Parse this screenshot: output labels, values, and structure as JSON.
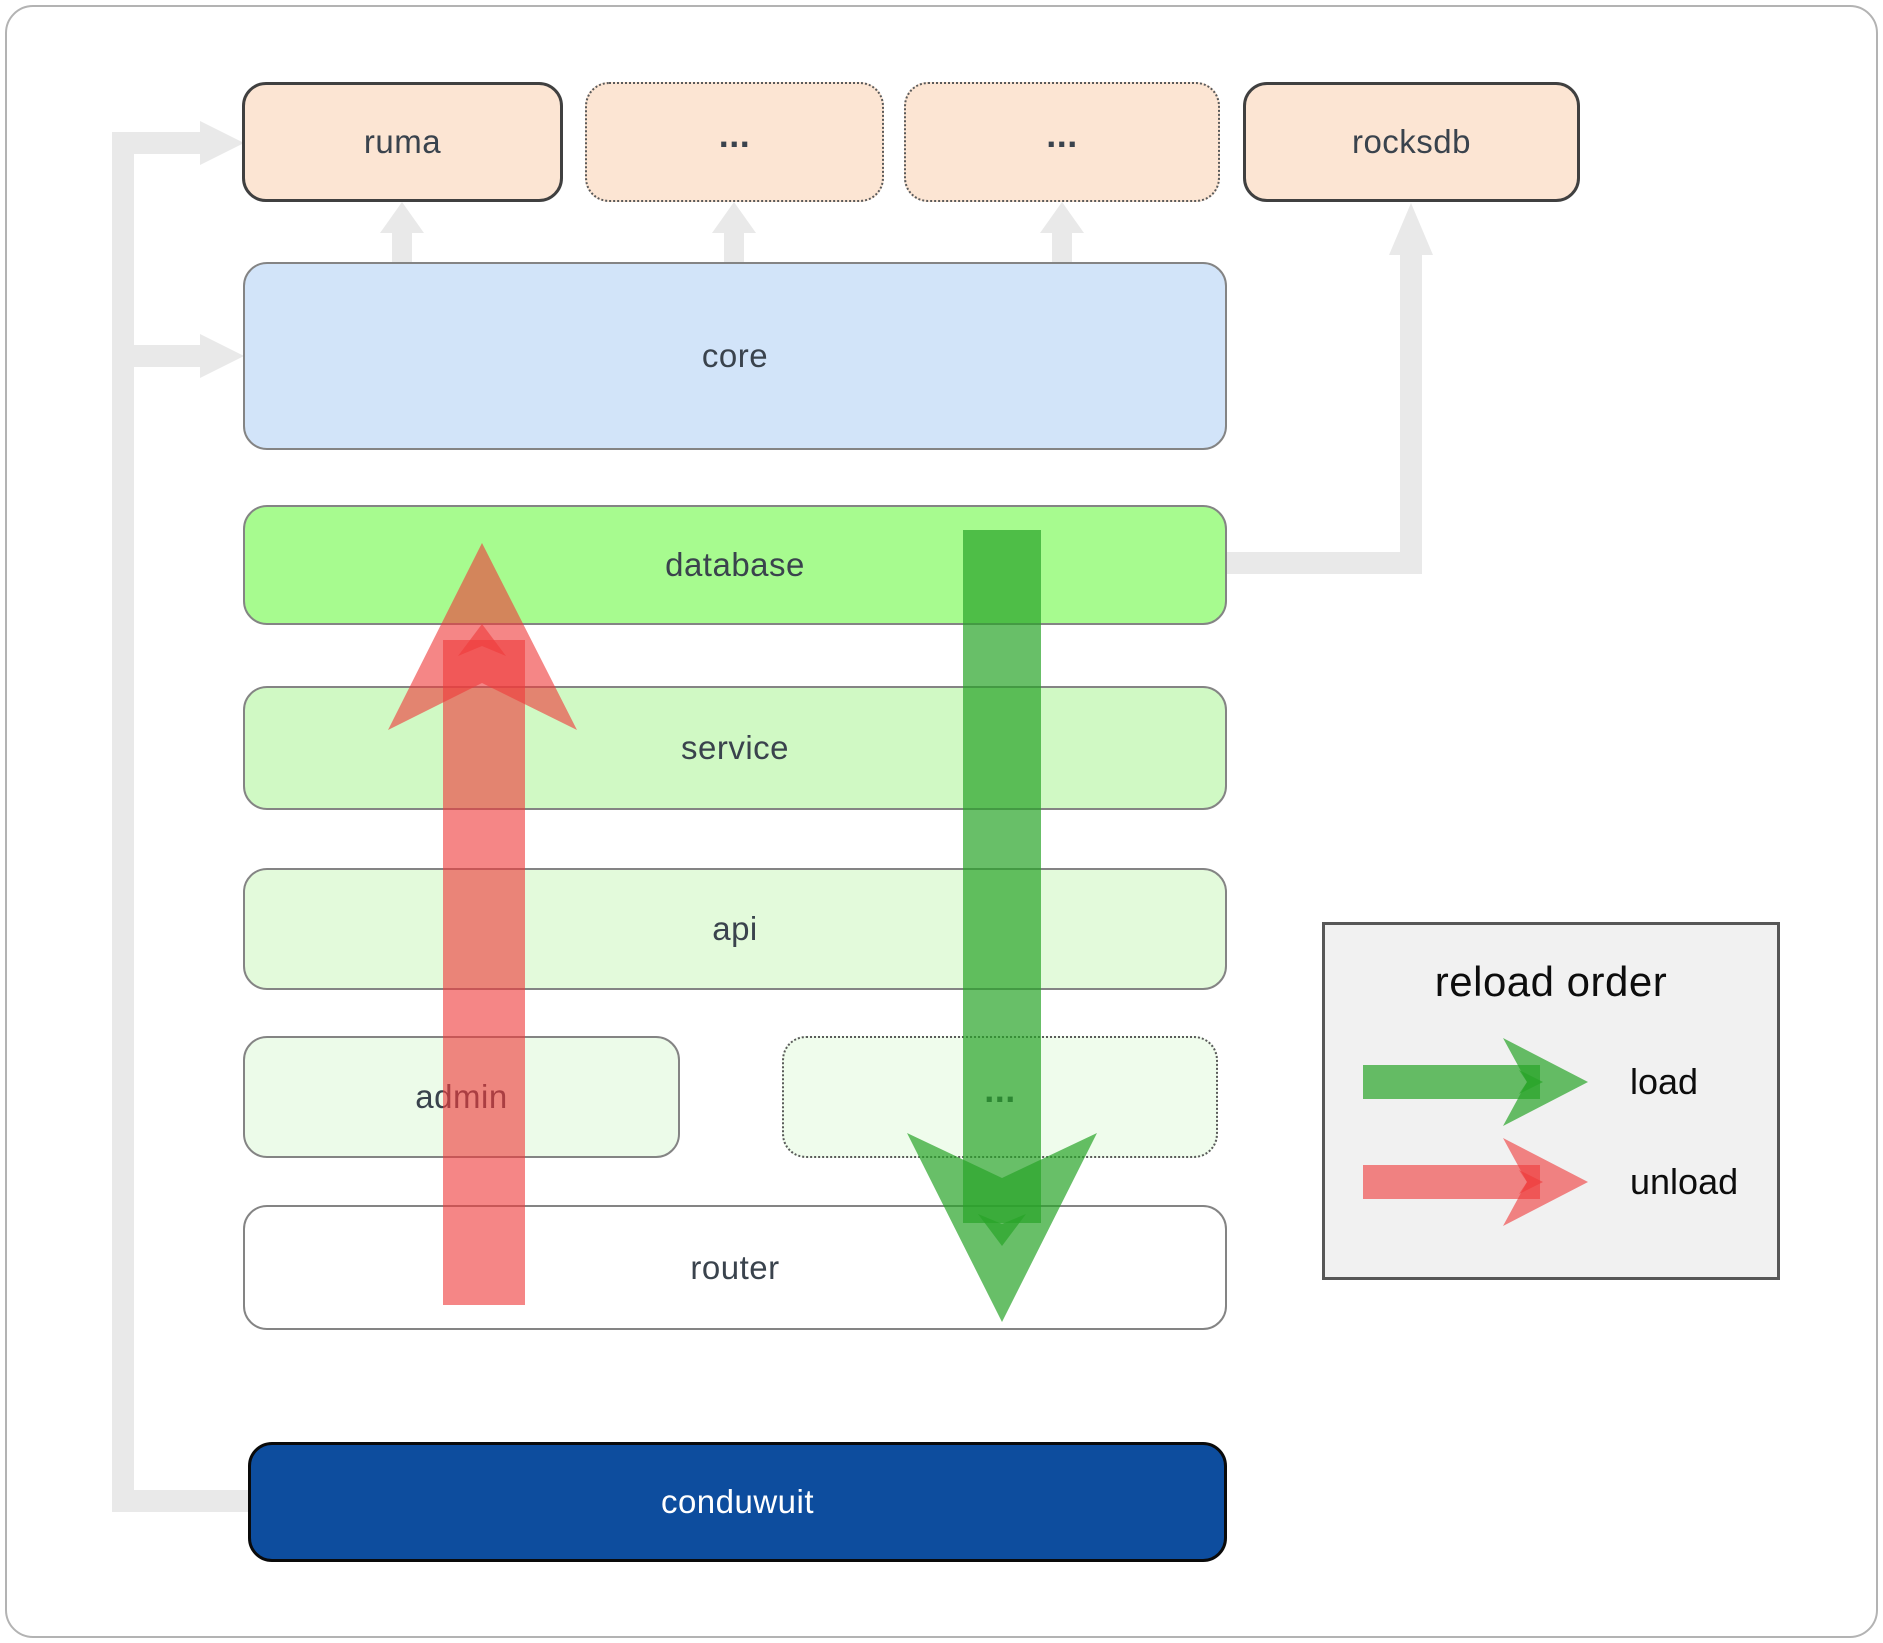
{
  "diagram": {
    "nodes": {
      "ruma": {
        "label": "ruma"
      },
      "top_dots_1": {
        "label": "..."
      },
      "top_dots_2": {
        "label": "..."
      },
      "rocksdb": {
        "label": "rocksdb"
      },
      "core": {
        "label": "core"
      },
      "database": {
        "label": "database"
      },
      "service": {
        "label": "service"
      },
      "api": {
        "label": "api"
      },
      "admin": {
        "label": "admin"
      },
      "admin_dots": {
        "label": "..."
      },
      "router": {
        "label": "router"
      },
      "conduwuit": {
        "label": "conduwuit"
      }
    },
    "legend": {
      "title": "reload order",
      "items": [
        {
          "label": "load"
        },
        {
          "label": "unload"
        }
      ]
    },
    "colors": {
      "load_arrow": "#28a428",
      "unload_arrow": "#ef3c3c",
      "connector_gray": "#e9e9e9",
      "ruma_fill": "#fce5d3",
      "pool_fill": "#fce5d3",
      "rocksdb_fill": "#fce5d3",
      "core_fill": "#d2e4f9",
      "database_fill": "#a7fb8f",
      "service_fill": "#d0f9c4",
      "api_fill": "#e3fadb",
      "admin_fill": "#ecfbe9",
      "admin_pool_fill": "#effcec",
      "router_fill": "#ffffff",
      "conduwuit_fill": "#0d4d9e",
      "legend_bg": "#f1f1f1"
    }
  }
}
